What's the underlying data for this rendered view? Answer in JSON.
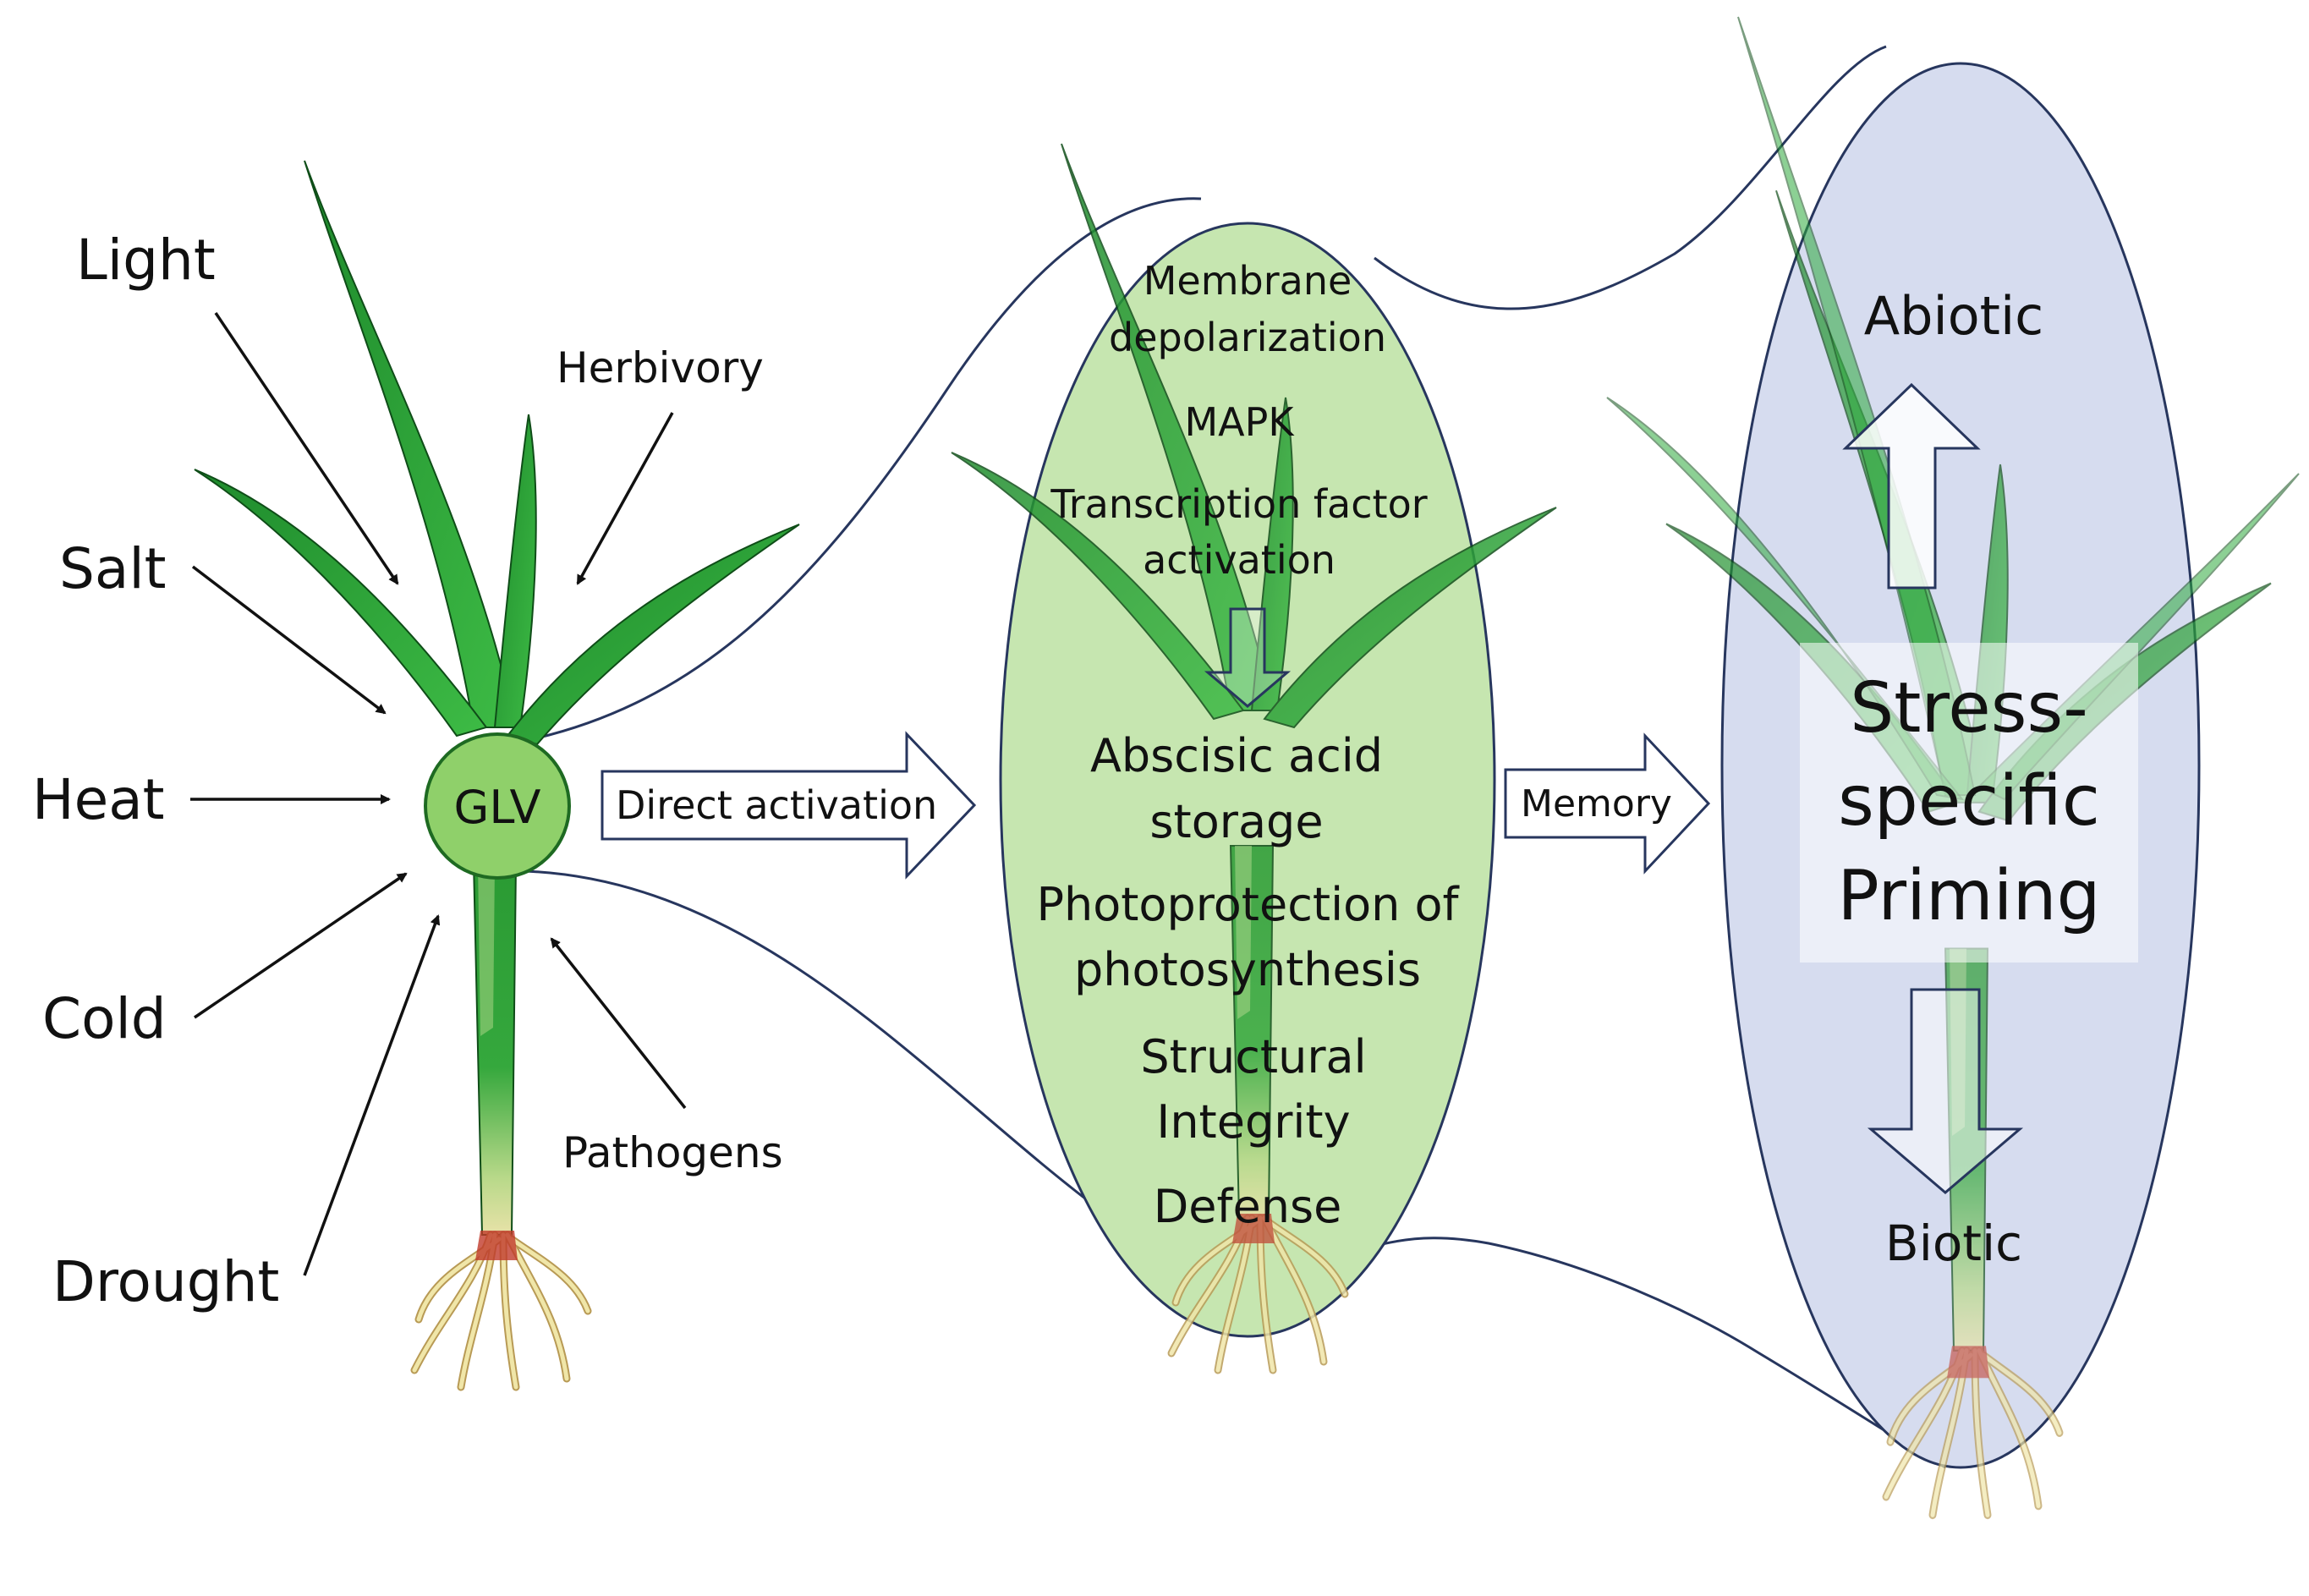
{
  "stressors": {
    "light": "Light",
    "salt": "Salt",
    "heat": "Heat",
    "cold": "Cold",
    "drought": "Drought",
    "herbivory": "Herbivory",
    "pathogens": "Pathogens"
  },
  "center_node": "GLV",
  "arrows": {
    "direct_activation": "Direct activation",
    "memory": "Memory"
  },
  "activation": {
    "membrane_line1": "Membrane",
    "membrane_line2": "depolarization",
    "mapk": "MAPK",
    "tf_line1": "Transcription factor",
    "tf_line2": "activation",
    "aba_line1": "Abscisic acid",
    "aba_line2": "storage",
    "photo_line1": "Photoprotection of",
    "photo_line2": "photosynthesis",
    "struct_line1": "Structural",
    "struct_line2": "Integrity",
    "defense": "Defense"
  },
  "priming": {
    "abiotic": "Abiotic",
    "title_line1": "Stress-",
    "title_line2": "specific",
    "title_line3": "Priming",
    "biotic": "Biotic"
  },
  "colors": {
    "leaf": "#2eaa3c",
    "leaf_dark": "#1b7a2a",
    "glv_fill": "#8fd06a",
    "mid_ellipse": "#c6e6b0",
    "right_ellipse": "#d6dcef",
    "outline": "#27365e"
  }
}
